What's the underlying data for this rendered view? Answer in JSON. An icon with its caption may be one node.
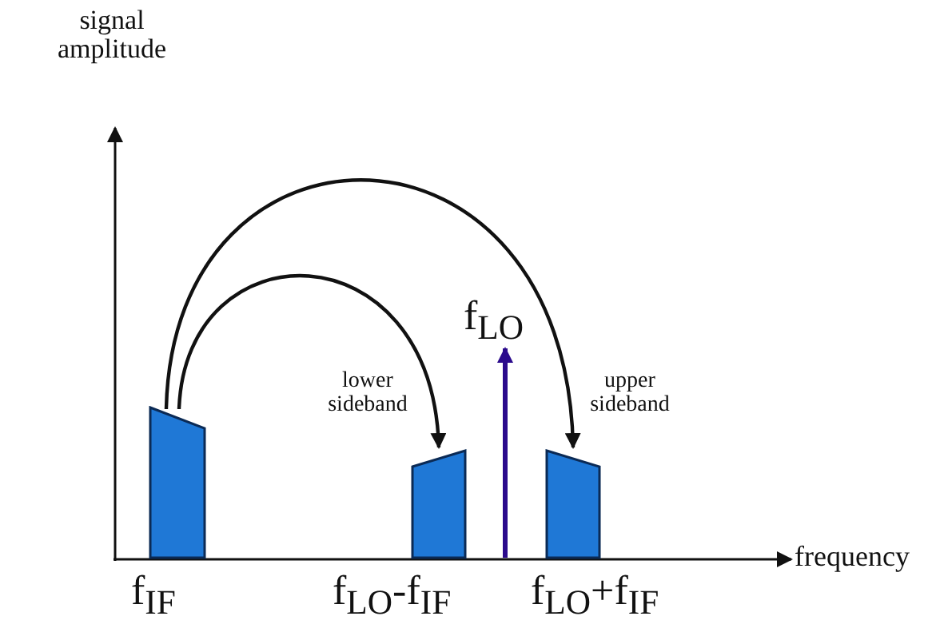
{
  "diagram": {
    "nodes": [
      {
        "text": [],
        "shape": "bar",
        "beside": [
          "f$_{IF}$"
        ]
      },
      {
        "text": [],
        "shape": "bar",
        "beside": [
          "lower sideband",
          "f$_{LO}$-f$_{IF}$"
        ]
      },
      {
        "text": [],
        "shape": "bar",
        "beside": [
          "upper sideband",
          "f$_{LO}$+f$_{IF}$"
        ]
      }
    ],
    "edges": [
      {
        "from": 0,
        "to": 1,
        "arrow": "to"
      },
      {
        "from": 0,
        "to": 2,
        "arrow": "to"
      }
    ],
    "labels": [
      "signal amplitude",
      "f$_{LO}$",
      "frequency"
    ]
  }
}
